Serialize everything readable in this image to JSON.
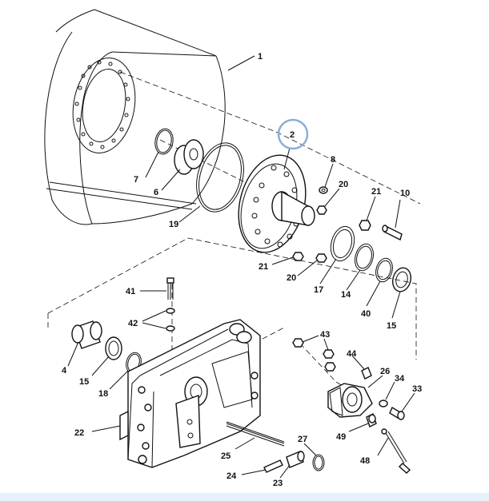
{
  "diagram": {
    "highlight_color": "#8aaed6",
    "highlighted_callout": "2",
    "callouts": [
      {
        "id": "c1",
        "text": "1"
      },
      {
        "id": "c2",
        "text": "2"
      },
      {
        "id": "c3",
        "text": "8"
      },
      {
        "id": "c4",
        "text": "20"
      },
      {
        "id": "c5",
        "text": "21"
      },
      {
        "id": "c6",
        "text": "10"
      },
      {
        "id": "c7",
        "text": "7"
      },
      {
        "id": "c8",
        "text": "6"
      },
      {
        "id": "c9",
        "text": "19"
      },
      {
        "id": "c10",
        "text": "21"
      },
      {
        "id": "c11",
        "text": "20"
      },
      {
        "id": "c12",
        "text": "17"
      },
      {
        "id": "c13",
        "text": "14"
      },
      {
        "id": "c14",
        "text": "40"
      },
      {
        "id": "c15",
        "text": "15"
      },
      {
        "id": "c16",
        "text": "41"
      },
      {
        "id": "c17",
        "text": "42"
      },
      {
        "id": "c18",
        "text": "4"
      },
      {
        "id": "c19",
        "text": "15"
      },
      {
        "id": "c20",
        "text": "18"
      },
      {
        "id": "c21",
        "text": "43"
      },
      {
        "id": "c22",
        "text": "44"
      },
      {
        "id": "c23",
        "text": "26"
      },
      {
        "id": "c24",
        "text": "34"
      },
      {
        "id": "c25",
        "text": "33"
      },
      {
        "id": "c26",
        "text": "22"
      },
      {
        "id": "c27",
        "text": "49"
      },
      {
        "id": "c28",
        "text": "27"
      },
      {
        "id": "c29",
        "text": "25"
      },
      {
        "id": "c30",
        "text": "48"
      },
      {
        "id": "c31",
        "text": "24"
      },
      {
        "id": "c32",
        "text": "23"
      }
    ]
  }
}
